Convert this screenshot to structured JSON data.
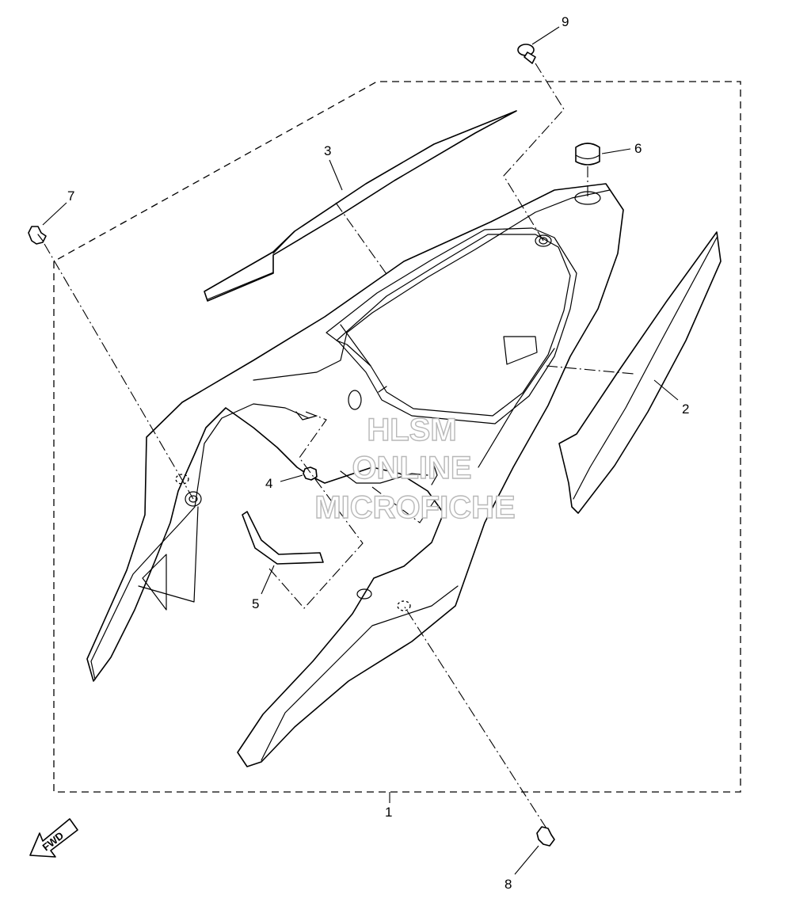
{
  "callouts": {
    "c1": "1",
    "c2": "2",
    "c3": "3",
    "c4": "4",
    "c5": "5",
    "c6": "6",
    "c7": "7",
    "c8": "8",
    "c9": "9"
  },
  "watermark": {
    "line1": "HLSM",
    "line2": "ONLINE",
    "line3": "MICROFICHE"
  },
  "fwd_label": "FWD",
  "colors": {
    "line": "#000000",
    "background": "#ffffff",
    "watermark_outline": "#b8b8b8"
  }
}
